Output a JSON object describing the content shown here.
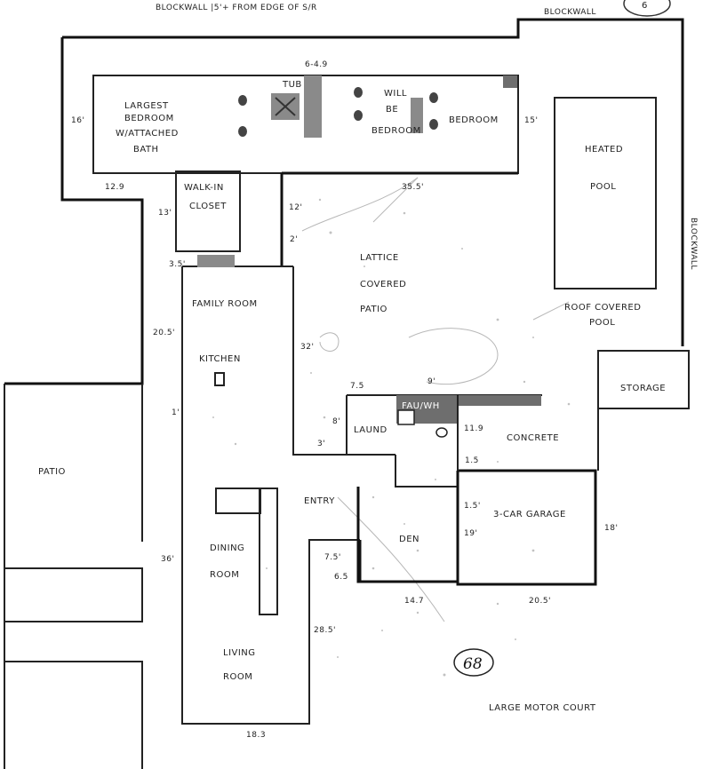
{
  "header": {
    "top_note": "BLOCKWALL  |5'+ FROM EDGE OF S/R",
    "top_right_note": "BLOCKWALL",
    "right_side_note": "BLOCKWALL",
    "corner_mark": "6"
  },
  "rooms": {
    "largest_bedroom": [
      "LARGEST",
      "BEDROOM",
      "W/ATTACHED",
      "BATH"
    ],
    "tub": "TUB",
    "will_be": [
      "WILL",
      "BE",
      "BEDROOM"
    ],
    "bedroom": "BEDROOM",
    "heated_pool": [
      "HEATED",
      "POOL"
    ],
    "walk_in_closet": [
      "WALK-IN",
      "CLOSET"
    ],
    "lattice_patio": [
      "LATTICE",
      "COVERED",
      "PATIO"
    ],
    "family_room": "FAMILY ROOM",
    "kitchen": "KITCHEN",
    "roof_covered_pool": [
      "ROOF COVERED",
      "POOL"
    ],
    "storage": "STORAGE",
    "fau_wh": "FAU/WH",
    "laund": "LAUND",
    "concrete": "CONCRETE",
    "patio": "PATIO",
    "entry": "ENTRY",
    "den": "DEN",
    "garage": "3-CAR GARAGE",
    "dining_room": [
      "DINING",
      "ROOM"
    ],
    "living_room": [
      "LIVING",
      "ROOM"
    ],
    "motor_court": "LARGE MOTOR COURT"
  },
  "dims": {
    "d_64": "6-4.9",
    "d_16a": "16'",
    "d_15a": "15'",
    "d_129": "12.9",
    "d_13": "13'",
    "d_12": "12'",
    "d_355": "35.5'",
    "d_2": "2'",
    "d_35": "3.5'",
    "d_205": "20.5'",
    "d_32": "32'",
    "d_75": "7.5",
    "d_9": "9'",
    "d_1": "1'",
    "d_8": "8'",
    "d_3": "3'",
    "d_119": "11.9",
    "d_15b": "1.5",
    "d_15c": "1.5'",
    "d_19": "19'",
    "d_18": "18'",
    "d_36": "36'",
    "d_75b": "7.5'",
    "d_65": "6.5",
    "d_147": "14.7",
    "d_205b": "20.5'",
    "d_285": "28.5'",
    "d_183": "18.3",
    "page_number": "68"
  }
}
